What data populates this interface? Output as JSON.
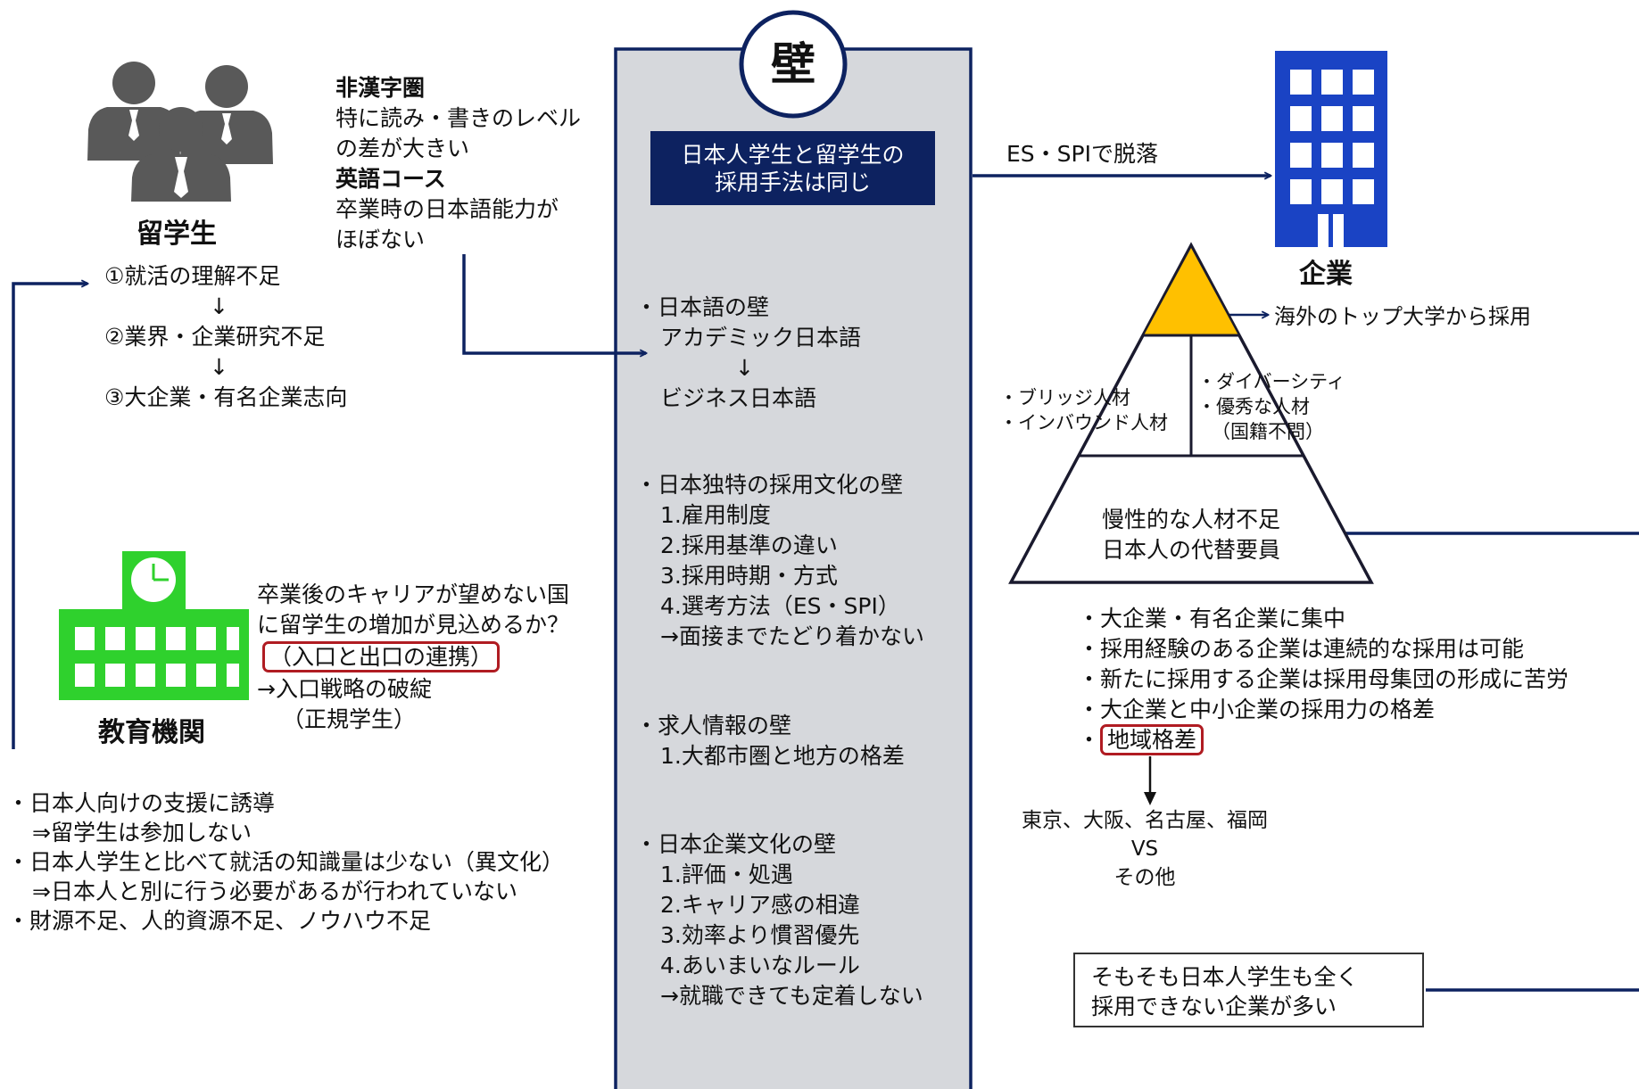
{
  "colors": {
    "navy": "#0d2260",
    "panel": "#d6d8dc",
    "building": "#1a43c4",
    "school": "#2fd12d",
    "gold": "#ffc000",
    "red": "#b01c22",
    "gray": "#595959"
  },
  "icons": {
    "students": "people-group-icon",
    "building": "office-building-icon",
    "school": "school-clock-icon"
  },
  "students": {
    "title": "留学生",
    "steps": [
      "①就活の理解不足",
      "↓",
      "②業界・企業研究不足",
      "↓",
      "③大企業・有名企業志向"
    ]
  },
  "language": {
    "h1": "非漢字圏",
    "l1": "特に読み・書きのレベル",
    "l2": "の差が大きい",
    "h2": "英語コース",
    "l3": "卒業時の日本語能力が",
    "l4": "ほぼない"
  },
  "school": {
    "title": "教育機関",
    "q1": "卒業後のキャリアが望めない国",
    "q2": "に留学生の増加が見込めるか？",
    "q3": "（入口と出口の連携）",
    "q4": "→入口戦略の破綻",
    "q5": "（正規学生）"
  },
  "support": [
    "・日本人向けの支援に誘導",
    "⇒留学生は参加しない",
    "・日本人学生と比べて就活の知識量は少ない（異文化）",
    "⇒日本人と別に行う必要があるが行われていない",
    "・財源不足、人的資源不足、ノウハウ不足"
  ],
  "wall": {
    "title": "壁",
    "banner1": "日本人学生と留学生の",
    "banner2": "採用手法は同じ",
    "japanese": [
      "・日本語の壁",
      "アカデミック日本語",
      "↓",
      "ビジネス日本語"
    ],
    "culture": [
      "・日本独特の採用文化の壁",
      "1.雇用制度",
      "2.採用基準の違い",
      "3.採用時期・方式",
      "4.選考方法（ES・SPI）",
      "→面接までたどり着かない"
    ],
    "jobinfo": [
      "・求人情報の壁",
      "1.大都市圏と地方の格差"
    ],
    "corp": [
      "・日本企業文化の壁",
      "1.評価・処遇",
      "2.キャリア感の相違",
      "3.効率より慣習優先",
      "4.あいまいなルール",
      "→就職できても定着しない"
    ]
  },
  "arrow_label": "ES・SPIで脱落",
  "company": {
    "title": "企業",
    "top_label": "海外のトップ大学から採用",
    "mid_left": [
      "・ブリッジ人材",
      "・インバウンド人材"
    ],
    "mid_right": [
      "・ダイバーシティ",
      "・優秀な人材",
      "（国籍不問）"
    ],
    "bottom": [
      "慢性的な人材不足",
      "日本人の代替要員"
    ],
    "issues": [
      "・大企業・有名企業に集中",
      "・採用経験のある企業は連続的な採用は可能",
      "・新たに採用する企業は採用母集団の形成に苦労",
      "・大企業と中小企業の採用力の格差"
    ],
    "region_label": "地域格差",
    "cities": [
      "東京、大阪、名古屋、福岡",
      "VS",
      "その他"
    ],
    "note1": "そもそも日本人学生も全く",
    "note2": "採用できない企業が多い"
  }
}
